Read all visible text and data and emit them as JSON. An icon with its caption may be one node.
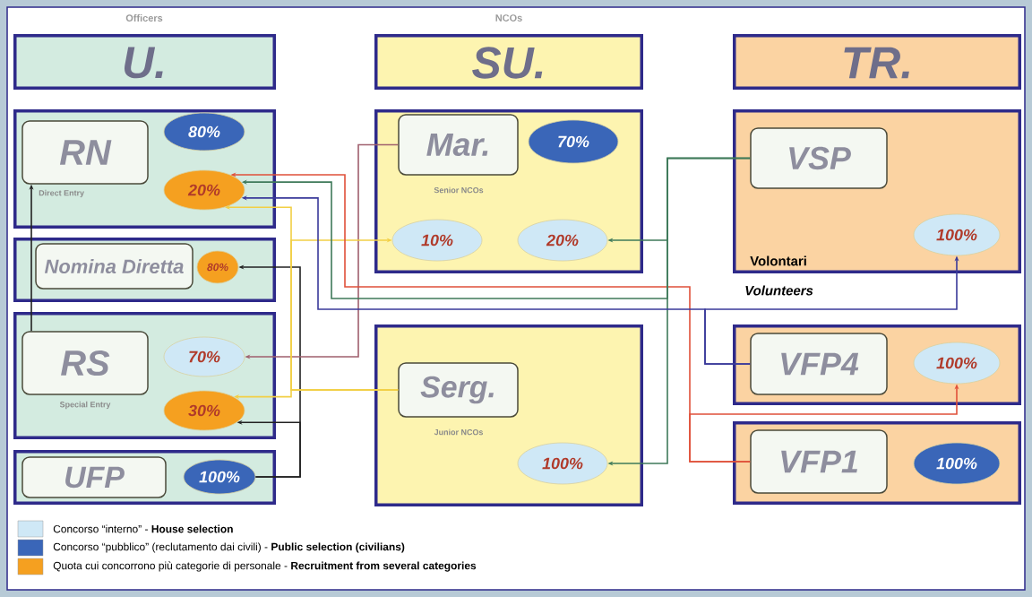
{
  "diagram": {
    "nodes": [
      {
        "text": [
          "Officers",
          "U."
        ]
      },
      {
        "text": [
          "NCOs",
          "SU."
        ]
      },
      {
        "text": [
          "TR."
        ]
      },
      {
        "text": [
          "Direct Entry"
        ]
      },
      {
        "text": [
          "RN"
        ],
        "in": 3
      },
      {
        "text": [
          "80%"
        ],
        "in": 3
      },
      {
        "text": [
          "20%"
        ],
        "in": 3
      },
      {
        "text": [],
        "shape": "box"
      },
      {
        "text": [
          "Nomina Diretta"
        ],
        "in": 7
      },
      {
        "text": [
          "80%"
        ],
        "in": 7
      },
      {
        "text": [
          "Special Entry"
        ]
      },
      {
        "text": [
          "RS"
        ],
        "in": 10
      },
      {
        "text": [
          "70%"
        ],
        "in": 10
      },
      {
        "text": [
          "30%"
        ],
        "in": 10
      },
      {
        "text": [],
        "shape": "box"
      },
      {
        "text": [
          "UFP"
        ],
        "in": 14
      },
      {
        "text": [
          "100%"
        ],
        "in": 14
      },
      {
        "text": [
          "Senior NCOs"
        ]
      },
      {
        "text": [
          "Mar."
        ],
        "in": 17
      },
      {
        "text": [
          "70%"
        ],
        "in": 17
      },
      {
        "text": [
          "10%"
        ],
        "in": 17
      },
      {
        "text": [
          "20%"
        ],
        "in": 17
      },
      {
        "text": [
          "Junior NCOs"
        ]
      },
      {
        "text": [
          "Serg."
        ],
        "in": 22
      },
      {
        "text": [
          "100%"
        ],
        "in": 22
      },
      {
        "text": [
          "Volontari",
          "Volunteers"
        ]
      },
      {
        "text": [
          "VSP"
        ],
        "in": 25
      },
      {
        "text": [
          "100%"
        ],
        "in": 25
      },
      {
        "text": [],
        "shape": "box"
      },
      {
        "text": [
          "VFP4"
        ],
        "in": 28
      },
      {
        "text": [
          "100%"
        ],
        "in": 28
      },
      {
        "text": [],
        "shape": "box"
      },
      {
        "text": [
          "VFP1"
        ],
        "in": 31
      },
      {
        "text": [
          "100%"
        ],
        "in": 31
      }
    ],
    "edges": [
      {
        "from": 11,
        "to": 4,
        "arrow": "to",
        "color": "#222222"
      },
      {
        "from": 16,
        "to": 9,
        "arrow": "to",
        "color": "#222222"
      },
      {
        "from": 16,
        "to": 13,
        "arrow": "to",
        "color": "#222222"
      },
      {
        "from": 18,
        "to": 12,
        "arrow": "to",
        "color": "#a0606e"
      },
      {
        "from": 23,
        "to": 13,
        "arrow": "to",
        "color": "#f2cf45"
      },
      {
        "from": 23,
        "to": 20,
        "arrow": "to",
        "color": "#f2cf45"
      },
      {
        "from": 23,
        "to": 6,
        "arrow": "to",
        "color": "#f2cf45"
      },
      {
        "from": 32,
        "to": 6,
        "arrow": "to",
        "color": "#e0503a"
      },
      {
        "from": 32,
        "to": 30,
        "arrow": "to",
        "color": "#e0503a"
      },
      {
        "from": 26,
        "to": 21,
        "arrow": "to",
        "color": "#3f7a5a"
      },
      {
        "from": 26,
        "to": 24,
        "arrow": "to",
        "color": "#3f7a5a"
      },
      {
        "from": 26,
        "to": 6,
        "arrow": "to",
        "color": "#3f7a5a"
      },
      {
        "from": 29,
        "to": 6,
        "arrow": "to",
        "color": "#3a3a9a"
      },
      {
        "from": 29,
        "to": 27,
        "arrow": "to",
        "color": "#3a3a9a"
      }
    ],
    "legend": [
      {
        "text": "Concorso “interno” - **House selection**",
        "color": "#cfe8f6"
      },
      {
        "text": "Concorso “pubblico” (reclutamento dai civili) - **Public selection (civilians)**",
        "color": "#3a66b8"
      },
      {
        "text": "Quota cui concorrono più categorie di personale - **Recruitment from several categories**",
        "color": "#f5a020"
      }
    ]
  }
}
